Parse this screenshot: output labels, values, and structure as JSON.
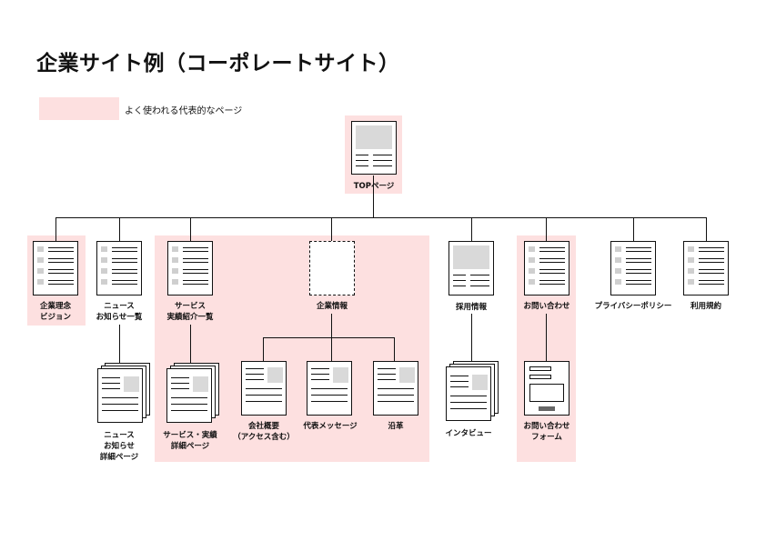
{
  "title": "企業サイト例（コーポレートサイト）",
  "legend": {
    "label": "よく使われる代表的なページ",
    "color": "#fde0e0"
  },
  "pages": {
    "top": "TOPページ",
    "vision": "企業理念\nビジョン",
    "news_list": "ニュース\nお知らせ一覧",
    "news_detail": "ニュース\nお知らせ\n詳細ページ",
    "service_list": "サービス\n実績紹介一覧",
    "service_detail": "サービス・実績\n詳細ページ",
    "company": "企業情報",
    "company_overview": "会社概要\n（アクセス含む）",
    "ceo_message": "代表メッセージ",
    "history": "沿革",
    "recruit": "採用情報",
    "interview": "インタビュー",
    "contact": "お問い合わせ",
    "contact_form": "お問い合わせ\nフォーム",
    "privacy": "プライバシーポリシー",
    "terms": "利用規約"
  }
}
